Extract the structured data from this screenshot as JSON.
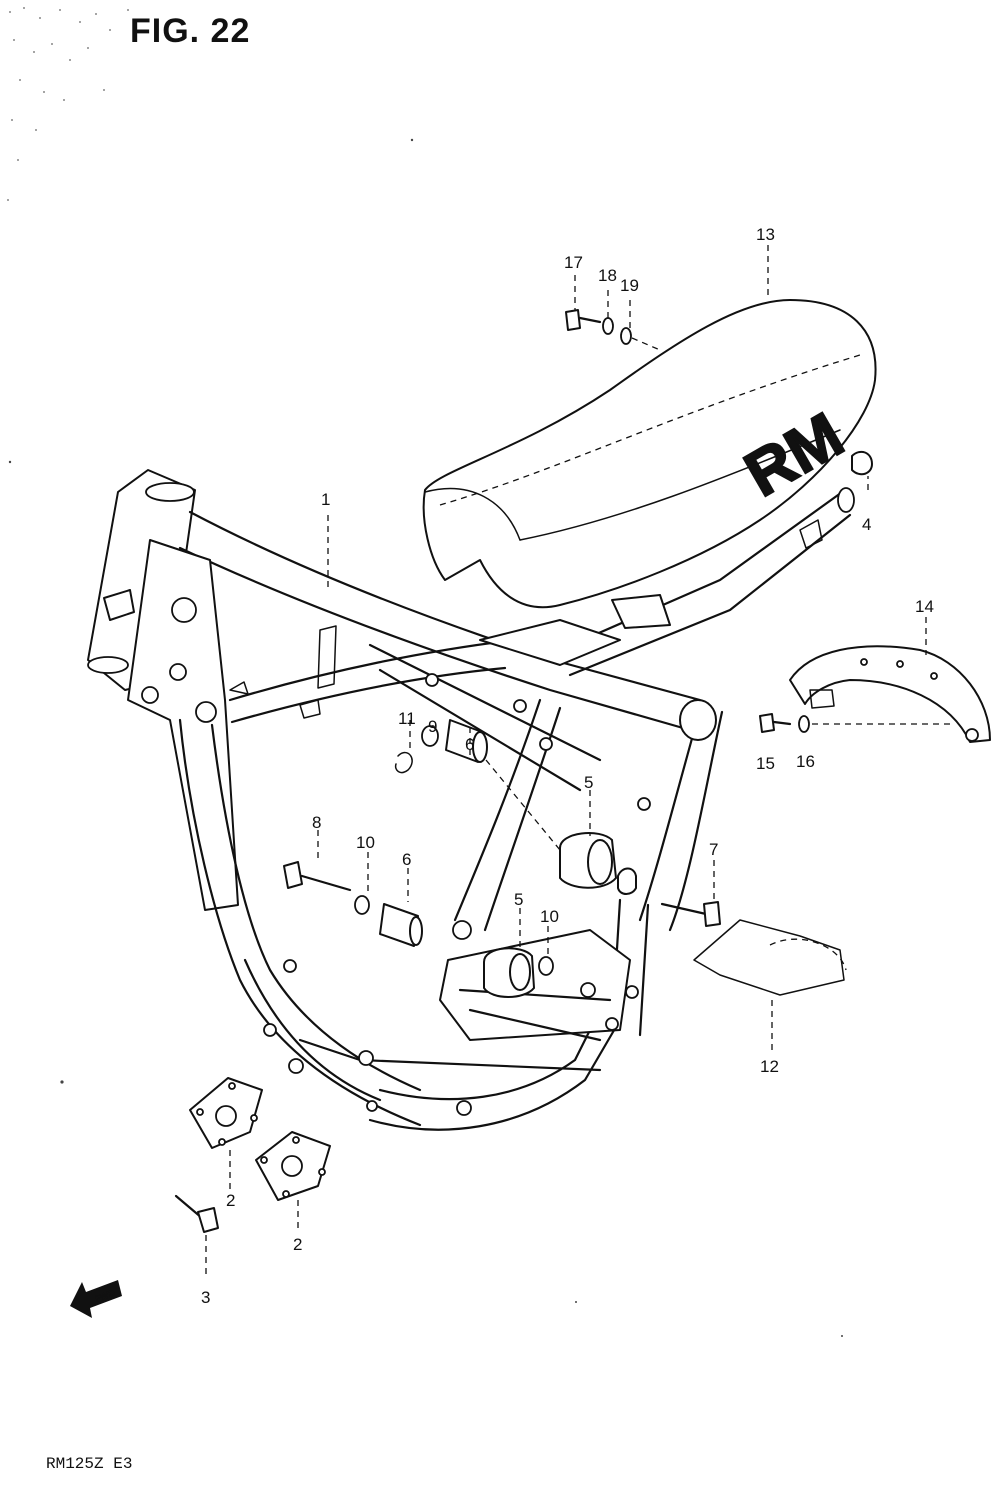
{
  "figure": {
    "title": "FIG. 22",
    "model_code": "RM125Z E3",
    "seat_logo": "RM",
    "direction_mark": "FWD"
  },
  "callouts": [
    {
      "id": "c1",
      "number": "1"
    },
    {
      "id": "c2a",
      "number": "2"
    },
    {
      "id": "c2b",
      "number": "2"
    },
    {
      "id": "c3",
      "number": "3"
    },
    {
      "id": "c4",
      "number": "4"
    },
    {
      "id": "c5a",
      "number": "5"
    },
    {
      "id": "c5b",
      "number": "5"
    },
    {
      "id": "c6a",
      "number": "6"
    },
    {
      "id": "c6b",
      "number": "6"
    },
    {
      "id": "c7",
      "number": "7"
    },
    {
      "id": "c8",
      "number": "8"
    },
    {
      "id": "c9",
      "number": "9"
    },
    {
      "id": "c10a",
      "number": "10"
    },
    {
      "id": "c10b",
      "number": "10"
    },
    {
      "id": "c11",
      "number": "11"
    },
    {
      "id": "c12",
      "number": "12"
    },
    {
      "id": "c13",
      "number": "13"
    },
    {
      "id": "c14",
      "number": "14"
    },
    {
      "id": "c15",
      "number": "15"
    },
    {
      "id": "c16",
      "number": "16"
    },
    {
      "id": "c17",
      "number": "17"
    },
    {
      "id": "c18",
      "number": "18"
    },
    {
      "id": "c19",
      "number": "19"
    }
  ]
}
